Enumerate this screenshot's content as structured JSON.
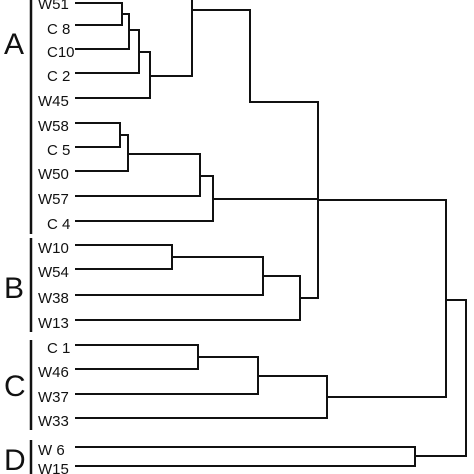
{
  "dendrogram": {
    "groups": [
      {
        "letter": "A",
        "leaves": [
          "W51",
          "C 8",
          "C10",
          "C 2",
          "W45",
          "W58",
          "C 5",
          "W50",
          "W57",
          "C 4"
        ]
      },
      {
        "letter": "B",
        "leaves": [
          "W10",
          "W54",
          "W38",
          "W13"
        ]
      },
      {
        "letter": "C",
        "leaves": [
          "C 1",
          "W46",
          "W37",
          "W33"
        ]
      },
      {
        "letter": "D",
        "leaves": [
          "W 6",
          "W15"
        ]
      }
    ]
  }
}
